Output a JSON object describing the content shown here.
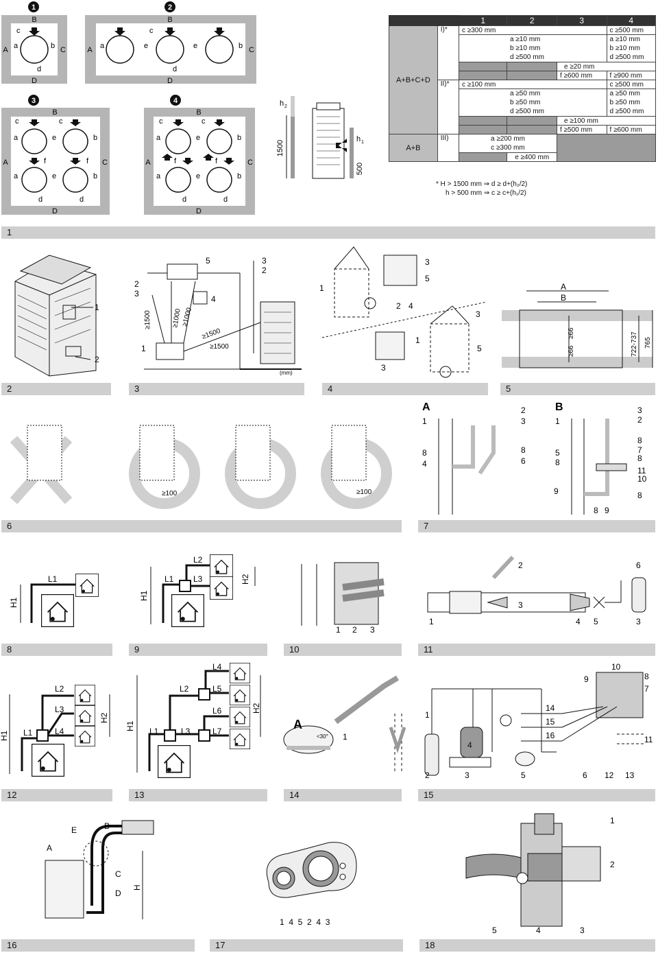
{
  "layouts": {
    "badges": [
      "1",
      "2",
      "3",
      "4"
    ],
    "side_labels": {
      "top": "B",
      "bottom": "D",
      "left": "A",
      "right": "C"
    },
    "dims": {
      "c": "c",
      "a": "a",
      "b": "b",
      "d": "d",
      "e": "e",
      "f": "f"
    }
  },
  "height_diagram": {
    "h2": "h",
    "h2_sub": "2",
    "h1": "h",
    "h1_sub": "1",
    "v1500": "1500",
    "v500": "500"
  },
  "spec_table": {
    "circled_headers": [
      "1",
      "2",
      "3",
      "4"
    ],
    "group1": "A+B+C+D",
    "group2": "A+B",
    "row1": {
      "label": "I)*",
      "c1": "c ≥300 mm",
      "c2_a": "a ≥10 mm",
      "c2_b": "b ≥10 mm",
      "c2_d": "d ≥500 mm",
      "c4_c": "c ≥500 mm",
      "c4_a": "a ≥10 mm",
      "c4_b": "b ≥10 mm",
      "c4_d": "d ≥500 mm",
      "e": "e ≥20 mm",
      "f3": "f ≥600 mm",
      "f4": "f ≥900 mm"
    },
    "row2": {
      "label": "II)*",
      "c1": "c ≥100 mm",
      "c2_a": "a ≥50 mm",
      "c2_b": "b ≥50 mm",
      "c2_d": "d ≥500 mm",
      "c4_c": "c ≥500 mm",
      "c4_a": "a ≥50 mm",
      "c4_b": "b ≥50 mm",
      "c4_d": "d ≥500 mm",
      "e": "e ≥100 mm",
      "f3": "f ≥500 mm",
      "f4": "f ≥600 mm"
    },
    "row3": {
      "label": "III)",
      "a": "a ≥200 mm",
      "c": "c ≥300 mm",
      "e": "e ≥400 mm"
    },
    "footnote1": "*   H > 1500 mm ⇒ d ≥ d+(h₂/2)",
    "footnote2": "h > 500 mm ⇒ c ≥ c+(h₁/2)"
  },
  "section_bars": {
    "b1": "1",
    "b2": "2",
    "b3": "3",
    "b4": "4",
    "b5": "5",
    "b6": "6",
    "b7": "7",
    "b8": "8",
    "b9": "9",
    "b10": "10",
    "b11": "11",
    "b12": "12",
    "b13": "13",
    "b14": "14",
    "b15": "15",
    "b16": "16",
    "b17": "17",
    "b18": "18"
  },
  "fig2": {
    "n1": "1",
    "n2": "2"
  },
  "fig3": {
    "n1": "1",
    "n2": "2",
    "n3": "3",
    "n4": "4",
    "n5": "5",
    "d1500a": "≥1500",
    "d1000a": "≥1000",
    "d1000b": "≥1000",
    "d1500b": "≥1500",
    "d1500c": "≥1500",
    "mm": "(mm)"
  },
  "fig4": {
    "n1": "1",
    "n2": "2",
    "n3": "3",
    "n4": "4",
    "n5": "5"
  },
  "fig5": {
    "A": "A",
    "B": "B",
    "g66a": "≥66",
    "g66b": "≥66",
    "r722": "722-737",
    "r765": "765"
  },
  "fig6": {
    "m100a": "≥100",
    "m100b": "≥100"
  },
  "fig7": {
    "A": "A",
    "B": "B",
    "nums_a": [
      "1",
      "2",
      "3",
      "8",
      "4",
      "8",
      "6"
    ],
    "nums_b": [
      "1",
      "3",
      "2",
      "8",
      "7",
      "8",
      "5",
      "11",
      "10",
      "9",
      "8",
      "8",
      "9"
    ]
  },
  "fig8": {
    "L1": "L1",
    "H1": "H1"
  },
  "fig9": {
    "L1": "L1",
    "L2": "L2",
    "L3": "L3",
    "H1": "H1",
    "H2": "H2"
  },
  "fig10": {
    "n1": "1",
    "n2": "2",
    "n3": "3"
  },
  "fig11": {
    "n1": "1",
    "n2": "2",
    "n3": "3",
    "n4": "4",
    "n5": "5",
    "n6": "6",
    "n3b": "3"
  },
  "fig12": {
    "L1": "L1",
    "L2": "L2",
    "L3": "L3",
    "L4": "L4",
    "H1": "H1",
    "H2": "H2"
  },
  "fig13": {
    "L1": "L1",
    "L2": "L2",
    "L3": "L3",
    "L4": "L4",
    "L5": "L5",
    "L6": "L6",
    "L7": "L7",
    "H1": "H1",
    "H2": "H2"
  },
  "fig14": {
    "A": "A",
    "n1": "1",
    "deg": "<30°"
  },
  "fig15": {
    "n1": "1",
    "n2": "2",
    "n3": "3",
    "n4": "4",
    "n5": "5",
    "n6": "6",
    "n7": "7",
    "n8": "8",
    "n9": "9",
    "n10": "10",
    "n11": "11",
    "n12": "12",
    "n13": "13",
    "n14": "14",
    "n15": "15",
    "n16": "16"
  },
  "fig16": {
    "A": "A",
    "B": "B",
    "C": "C",
    "D": "D",
    "E": "E",
    "H": "H"
  },
  "fig17": {
    "labels": "1  4  5  2  4  3"
  },
  "fig18": {
    "n1": "1",
    "n2": "2",
    "n3": "3",
    "n4": "4",
    "n5": "5"
  }
}
